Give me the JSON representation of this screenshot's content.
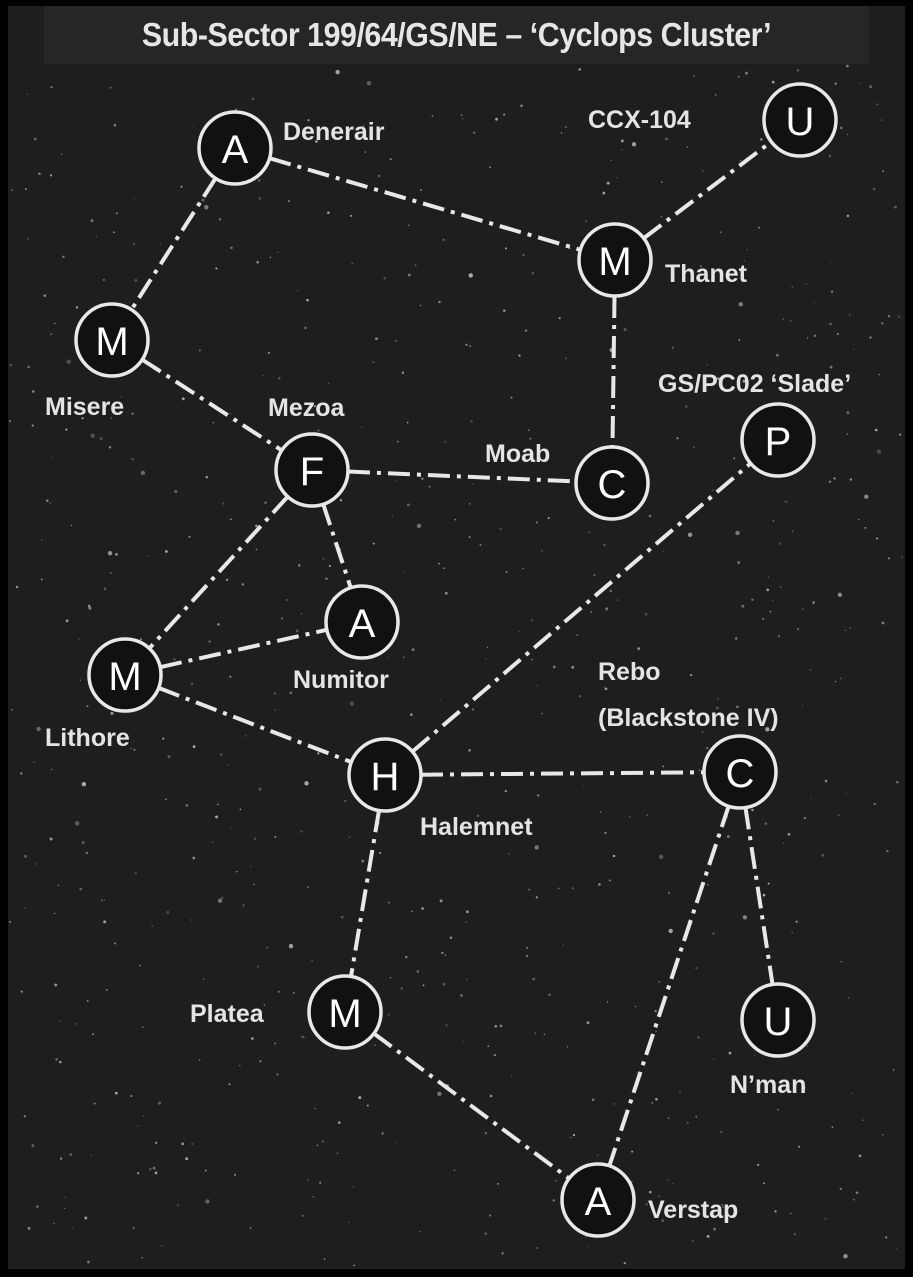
{
  "title": "Sub-Sector 199/64/GS/NE – ‘Cyclops Cluster’",
  "nodes": [
    {
      "id": "denerair",
      "letter": "A",
      "label": [
        "Denerair"
      ]
    },
    {
      "id": "ccx104",
      "letter": "U",
      "label": [
        "CCX-104"
      ]
    },
    {
      "id": "thanet",
      "letter": "M",
      "label": [
        "Thanet"
      ]
    },
    {
      "id": "misere",
      "letter": "M",
      "label": [
        "Misere"
      ]
    },
    {
      "id": "mezoa",
      "letter": "F",
      "label": [
        "Mezoa"
      ]
    },
    {
      "id": "moab",
      "letter": "C",
      "label": [
        "Moab"
      ]
    },
    {
      "id": "slade",
      "letter": "P",
      "label": [
        "GS/PC02 ‘Slade’"
      ]
    },
    {
      "id": "numitor",
      "letter": "A",
      "label": [
        "Numitor"
      ]
    },
    {
      "id": "lithore",
      "letter": "M",
      "label": [
        "Lithore"
      ]
    },
    {
      "id": "halemnet",
      "letter": "H",
      "label": [
        "Halemnet"
      ]
    },
    {
      "id": "rebo",
      "letter": "C",
      "label": [
        "Rebo",
        "(Blackstone IV)"
      ]
    },
    {
      "id": "platea",
      "letter": "M",
      "label": [
        "Platea"
      ]
    },
    {
      "id": "nman",
      "letter": "U",
      "label": [
        "N’man"
      ]
    },
    {
      "id": "verstap",
      "letter": "A",
      "label": [
        "Verstap"
      ]
    }
  ],
  "edges": [
    [
      "denerair",
      "misere"
    ],
    [
      "denerair",
      "thanet"
    ],
    [
      "thanet",
      "ccx104"
    ],
    [
      "thanet",
      "moab"
    ],
    [
      "misere",
      "mezoa"
    ],
    [
      "mezoa",
      "moab"
    ],
    [
      "mezoa",
      "numitor"
    ],
    [
      "mezoa",
      "lithore"
    ],
    [
      "lithore",
      "numitor"
    ],
    [
      "lithore",
      "halemnet"
    ],
    [
      "halemnet",
      "slade"
    ],
    [
      "halemnet",
      "rebo"
    ],
    [
      "halemnet",
      "platea"
    ],
    [
      "platea",
      "verstap"
    ],
    [
      "rebo",
      "verstap"
    ],
    [
      "rebo",
      "nman"
    ]
  ]
}
